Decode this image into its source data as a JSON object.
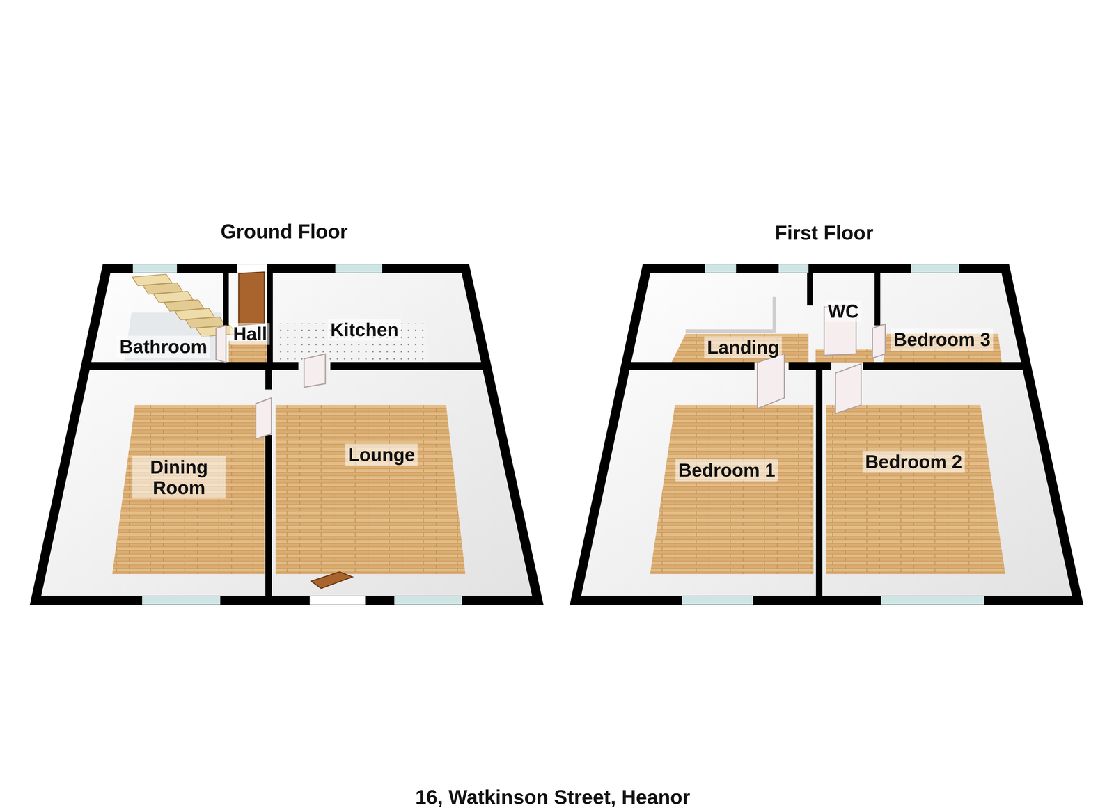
{
  "diagram": {
    "caption": "16, Watkinson Street, Heanor",
    "nodes": [
      {
        "text": [
          "Ground Floor"
        ]
      },
      {
        "text": [
          "Bathroom"
        ],
        "in": 0
      },
      {
        "text": [
          "Hall"
        ],
        "in": 0
      },
      {
        "text": [
          "Kitchen"
        ],
        "in": 0
      },
      {
        "text": [
          "Dining Room"
        ],
        "in": 0
      },
      {
        "text": [
          "Lounge"
        ],
        "in": 0
      },
      {
        "text": [
          "First Floor"
        ]
      },
      {
        "text": [
          "Landing"
        ],
        "in": 6
      },
      {
        "text": [
          "WC"
        ],
        "in": 6
      },
      {
        "text": [
          "Bedroom 3"
        ],
        "in": 6
      },
      {
        "text": [
          "Bedroom 1"
        ],
        "in": 6
      },
      {
        "text": [
          "Bedroom 2"
        ],
        "in": 6
      }
    ]
  }
}
